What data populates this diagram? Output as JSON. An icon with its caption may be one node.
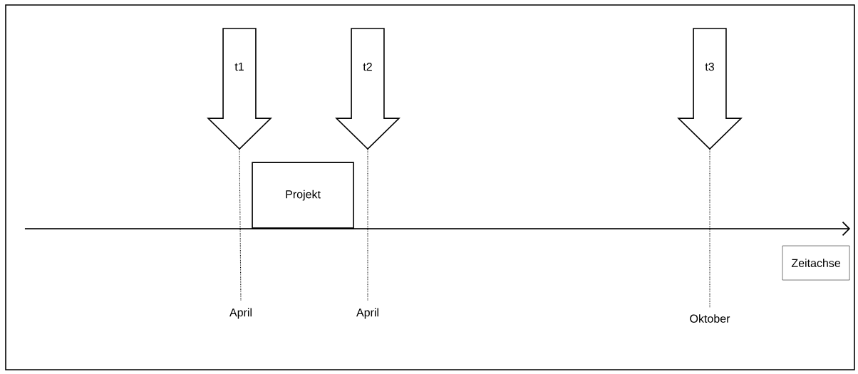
{
  "diagram": {
    "nodes": [
      {
        "text": [
          "t1"
        ]
      },
      {
        "text": [
          "t2"
        ]
      },
      {
        "text": [
          "t3"
        ]
      },
      {
        "text": [
          "Projekt"
        ]
      },
      {
        "text": [
          "Zeitachse"
        ]
      },
      {
        "text": [
          "April"
        ]
      },
      {
        "text": [
          "April"
        ]
      },
      {
        "text": [
          "Oktober"
        ]
      }
    ],
    "edges": [
      {
        "from": 0,
        "to": 5,
        "arrow": "none",
        "style": "dashed"
      },
      {
        "from": 1,
        "to": 6,
        "arrow": "none",
        "style": "dashed"
      },
      {
        "from": 2,
        "to": 7,
        "arrow": "none",
        "style": "dashed"
      }
    ]
  }
}
